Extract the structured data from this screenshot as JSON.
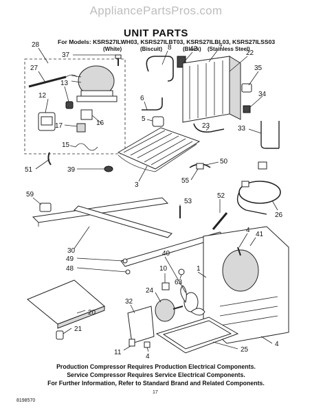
{
  "header": {
    "site": "AppliancePartsPros.com",
    "title": "UNIT PARTS",
    "models_line": "For Models: KSRS27ILWH03, KSRS27ILBT03, KSRS27ILBL03, KSRS27ILSS03",
    "variants": [
      "(White)",
      "(Biscuit)",
      "(Black)",
      "(Stainless Steel)"
    ]
  },
  "callouts": [
    "28",
    "37",
    "8",
    "42",
    "7",
    "22",
    "27",
    "13",
    "35",
    "12",
    "34",
    "17",
    "16",
    "6",
    "5",
    "23",
    "33",
    "15",
    "51",
    "39",
    "3",
    "50",
    "55",
    "59",
    "53",
    "52",
    "26",
    "30",
    "49",
    "48",
    "40",
    "4",
    "41",
    "1",
    "63",
    "10",
    "24",
    "32",
    "20",
    "21",
    "11",
    "4",
    "25",
    "4"
  ],
  "notes": [
    "Production Compressor Requires Production Electrical Components.",
    "Service Compressor Requires Service Electrical Components.",
    "For Further Information, Refer to Standard Brand and Related Components."
  ],
  "footer": {
    "doc_number": "8198570",
    "page": "17"
  }
}
